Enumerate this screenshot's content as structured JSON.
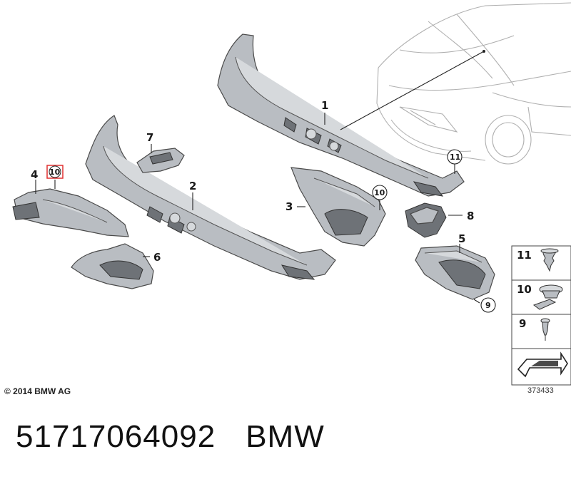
{
  "callouts": {
    "p1": "1",
    "p2": "2",
    "p3": "3",
    "p4": "4",
    "p5": "5",
    "p6": "6",
    "p7": "7",
    "p8": "8",
    "p9": "9",
    "p10": "10",
    "p11": "11"
  },
  "legend": {
    "items": [
      {
        "number": "11",
        "icon": "clip-icon"
      },
      {
        "number": "10",
        "icon": "expanding-rivet-icon"
      },
      {
        "number": "9",
        "icon": "pin-rivet-icon"
      }
    ],
    "arrow_icon": "arrow-icon"
  },
  "copyright": "© 2014 BMW AG",
  "drawing_number": "373433",
  "footer": {
    "part_number": "51717064092",
    "brand": "BMW"
  },
  "colors": {
    "part": "#b9bdc2",
    "highlight_box": "#e03030",
    "car_outline": "#b0b0b0"
  }
}
